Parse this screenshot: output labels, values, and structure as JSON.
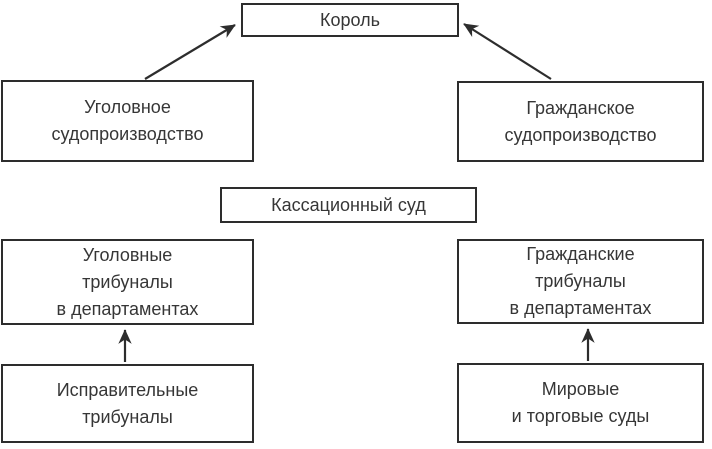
{
  "diagram": {
    "type": "org-chart",
    "nodes": {
      "king": {
        "label": "Король"
      },
      "criminal_proceedings": {
        "label": "Уголовное\nсудопроизводство"
      },
      "civil_proceedings": {
        "label": "Гражданское\nсудопроизводство"
      },
      "cassation_court": {
        "label": "Кассационный суд"
      },
      "criminal_tribunals": {
        "label": "Уголовные\nтрибуналы\nв департаментах"
      },
      "civil_tribunals": {
        "label": "Гражданские\nтрибуналы\nв департаментах"
      },
      "correctional_tribunals": {
        "label": "Исправительные\nтрибуналы"
      },
      "magistrate_commercial_courts": {
        "label": "Мировые\nи торговые суды"
      }
    },
    "edges": [
      {
        "from": "criminal_proceedings",
        "to": "king"
      },
      {
        "from": "civil_proceedings",
        "to": "king"
      },
      {
        "from": "correctional_tribunals",
        "to": "criminal_tribunals"
      },
      {
        "from": "magistrate_commercial_courts",
        "to": "civil_tribunals"
      }
    ],
    "colors": {
      "line": "#2d2d2d",
      "border": "#2d2d2d",
      "text": "#363636",
      "background": "#ffffff"
    }
  }
}
